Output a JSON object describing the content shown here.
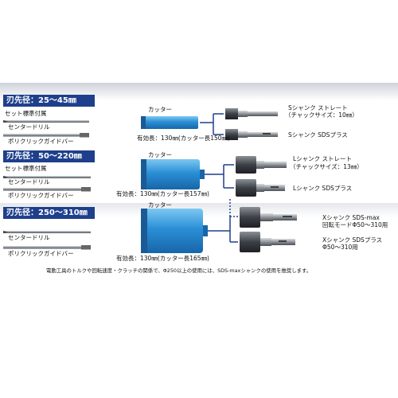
{
  "sections": [
    {
      "header": "刃先径：25～45㎜",
      "set_note": "セット標準付属",
      "drill_label": "センタードリル",
      "guide_label": "ポリクリックガイドバー",
      "cutter_label": "カッター",
      "length_label": "有効長：130㎜(カッター長150㎜)",
      "shanks": [
        {
          "line1": "Sシャンク ストレート",
          "line2": "（チャックサイズ：10㎜）"
        },
        {
          "line1": "Sシャンク SDSプラス",
          "line2": ""
        }
      ]
    },
    {
      "header": "刃先径：50～220㎜",
      "set_note": "セット標準付属",
      "drill_label": "センタードリル",
      "guide_label": "ポリクリックガイドバー",
      "cutter_label": "カッター",
      "length_label": "有効長：130㎜(カッター長157㎜)",
      "shanks": [
        {
          "line1": "Lシャンク ストレート",
          "line2": "（チャックサイズ：13㎜）"
        },
        {
          "line1": "Lシャンク SDSプラス",
          "line2": ""
        }
      ]
    },
    {
      "header": "刃先径：250～310㎜",
      "set_note": "",
      "drill_label": "センタードリル",
      "guide_label": "ポリクリックガイドバー",
      "cutter_label": "カッター",
      "length_label": "有効長：130㎜(カッター長165㎜)",
      "shanks": [
        {
          "line1": "Xシャンク SDS-max",
          "line2": "回転モードΦ50～310用"
        },
        {
          "line1": "Xシャンク SDSプラス",
          "line2": "Φ50～310用"
        }
      ]
    }
  ],
  "footnote": "電動工具のトルクや回転速度・クラッチの関係で、Φ250以上の使用には、SDS-maxシャンクの使用を推奨します。",
  "colors": {
    "header": "#1e3f8c",
    "cutter": "#2a8fd4",
    "cutter_light": "#6ec1f0",
    "steel": "#8a8f96"
  }
}
